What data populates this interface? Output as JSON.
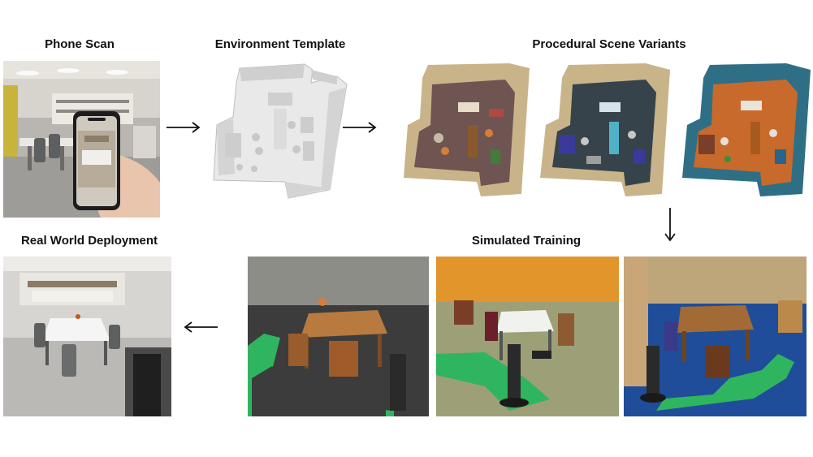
{
  "labels": {
    "phone_scan": "Phone Scan",
    "environment_template": "Environment Template",
    "procedural_scene_variants": "Procedural Scene Variants",
    "real_world_deployment": "Real World Deployment",
    "simulated_training": "Simulated Training"
  },
  "colors": {
    "variant_1_floor": "#6e5552",
    "variant_2_floor": "#36434a",
    "variant_3_floor": "#c76a2c",
    "variant_3_walls": "#2e6f86",
    "path_green": "#2fb560",
    "arrow": "#111111"
  }
}
